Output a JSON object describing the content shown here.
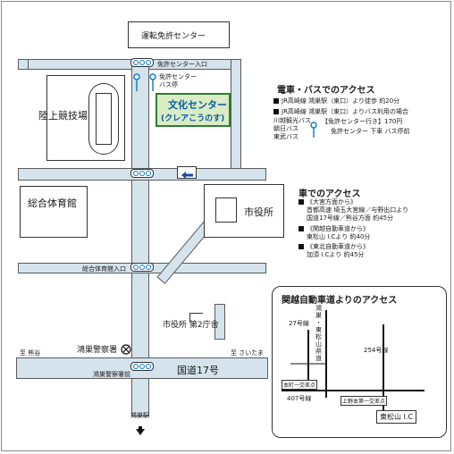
{
  "labels": {
    "license_center_top": "運転免許センター",
    "license_center_entrance": "免許センター入口",
    "bus_stop": [
      "免許センター",
      "バス停"
    ],
    "stadium": "陸上競技場",
    "culture_center": [
      "文化センター",
      "(クレアこうのす)"
    ],
    "general_gym": "総合体育館",
    "city_hall": "市役所",
    "gym_entrance": "総合体育館入口",
    "city_hall_2": "市役所 第2庁舎",
    "police": "鴻巣警察署",
    "police_front": "鴻巣警察署前",
    "to_kumagaya": "至 熊谷",
    "to_saitama": "至 さいたま",
    "route17": "国道17号",
    "station": "鴻巣駅"
  },
  "train_bus": {
    "title": "電車・バスでのアクセス",
    "items": [
      "JR高崎線 鴻巣駅（東口）より徒歩 約20分",
      "JR高崎線 鴻巣駅（東口）よりバス利用の場合"
    ],
    "bus_companies": [
      "川越観光バス",
      "朝日バス",
      "東武バス"
    ],
    "bus_route": "【免許センター行き】170円",
    "bus_stop_note": "免許センター 下車 バス停前"
  },
  "car": {
    "title": "車でのアクセス",
    "items": [
      [
        "《大宮方面から》",
        "首都高速 埼玉大宮線／与野出口より",
        "国道17号線／熊谷方面 約45分"
      ],
      [
        "《関越自動車道から》",
        "東松山 I.Cより 約40分"
      ],
      [
        "《東北自動車道から》",
        "加須 I.Cより 約45分"
      ]
    ]
  },
  "inset": {
    "title": "関越自動車道よりのアクセス",
    "road27": "27号線",
    "road_kounosu": [
      "鴻",
      "巣",
      "・",
      "東",
      "松",
      "山",
      "県",
      "道"
    ],
    "road254": "254号線",
    "motojuku": "本町一交差点",
    "road407": "407号線",
    "uenohon": "上野本第一交差点",
    "ic": "東松山 I.C"
  }
}
